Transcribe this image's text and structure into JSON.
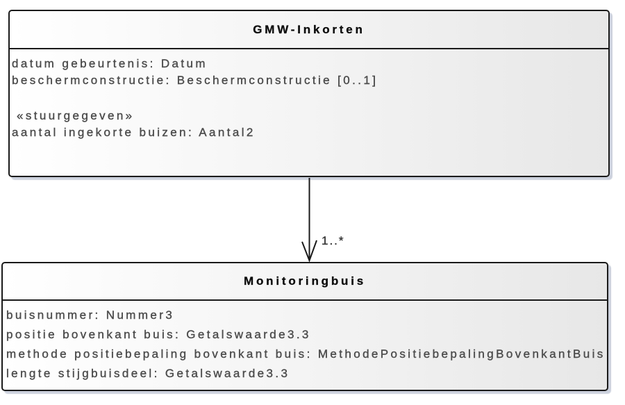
{
  "diagram": {
    "classes": [
      {
        "name": "GMW-Inkorten",
        "attributes": [
          "datum gebeurtenis: Datum",
          "beschermconstructie: Beschermconstructie [0..1]"
        ],
        "stereotype": "«stuurgegeven»",
        "stereotyped_attributes": [
          "aantal ingekorte buizen: Aantal2"
        ]
      },
      {
        "name": "Monitoringbuis",
        "attributes": [
          "buisnummer: Nummer3",
          "positie bovenkant buis: Getalswaarde3.3",
          "methode positiebepaling bovenkant buis: MethodePositiebepalingBovenkantBuis",
          "lengte stijgbuisdeel: Getalswaarde3.3"
        ]
      }
    ],
    "association": {
      "multiplicity": "1..*"
    },
    "colors": {
      "border": "#1a1a1a",
      "fill_left": "#ffffff",
      "fill_right": "#e7e7e7",
      "shadow": "#ccd1dd",
      "text": "#4d4d4d"
    }
  }
}
